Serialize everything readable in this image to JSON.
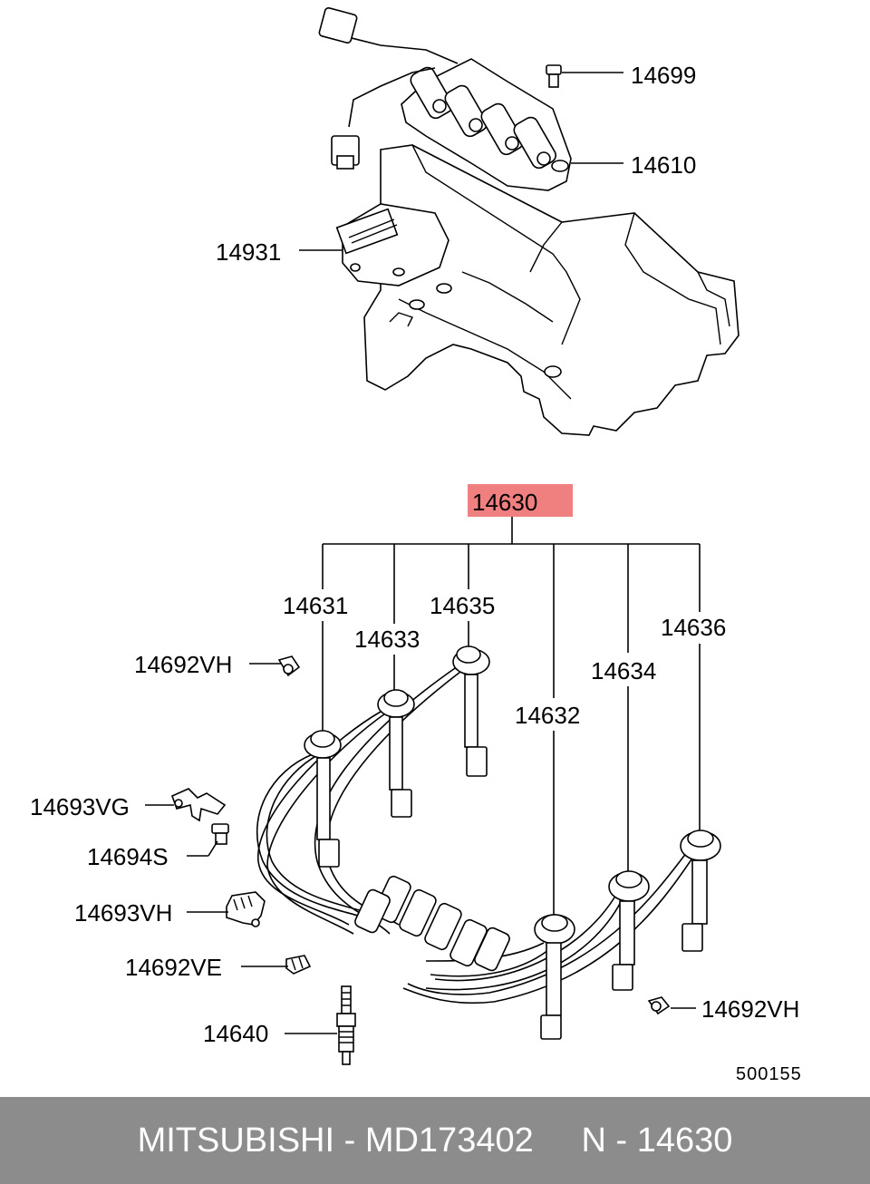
{
  "diagram": {
    "highlight_color": "#f08080",
    "part_labels": {
      "p14699": "14699",
      "p14610": "14610",
      "p14931": "14931",
      "p14630": "14630",
      "p14631": "14631",
      "p14633": "14633",
      "p14635": "14635",
      "p14636": "14636",
      "p14634": "14634",
      "p14632": "14632",
      "p14692vh_top": "14692VH",
      "p14693vg": "14693VG",
      "p14694s": "14694S",
      "p14693vh": "14693VH",
      "p14692ve": "14692VE",
      "p14640": "14640",
      "p14692vh_bottom": "14692VH"
    },
    "diagram_code": "500155"
  },
  "footer": {
    "brand": "MITSUBISHI",
    "separator1": " - ",
    "part_number": "MD173402",
    "gap": "     ",
    "ref_prefix": "N - ",
    "ref_number": "14630"
  }
}
